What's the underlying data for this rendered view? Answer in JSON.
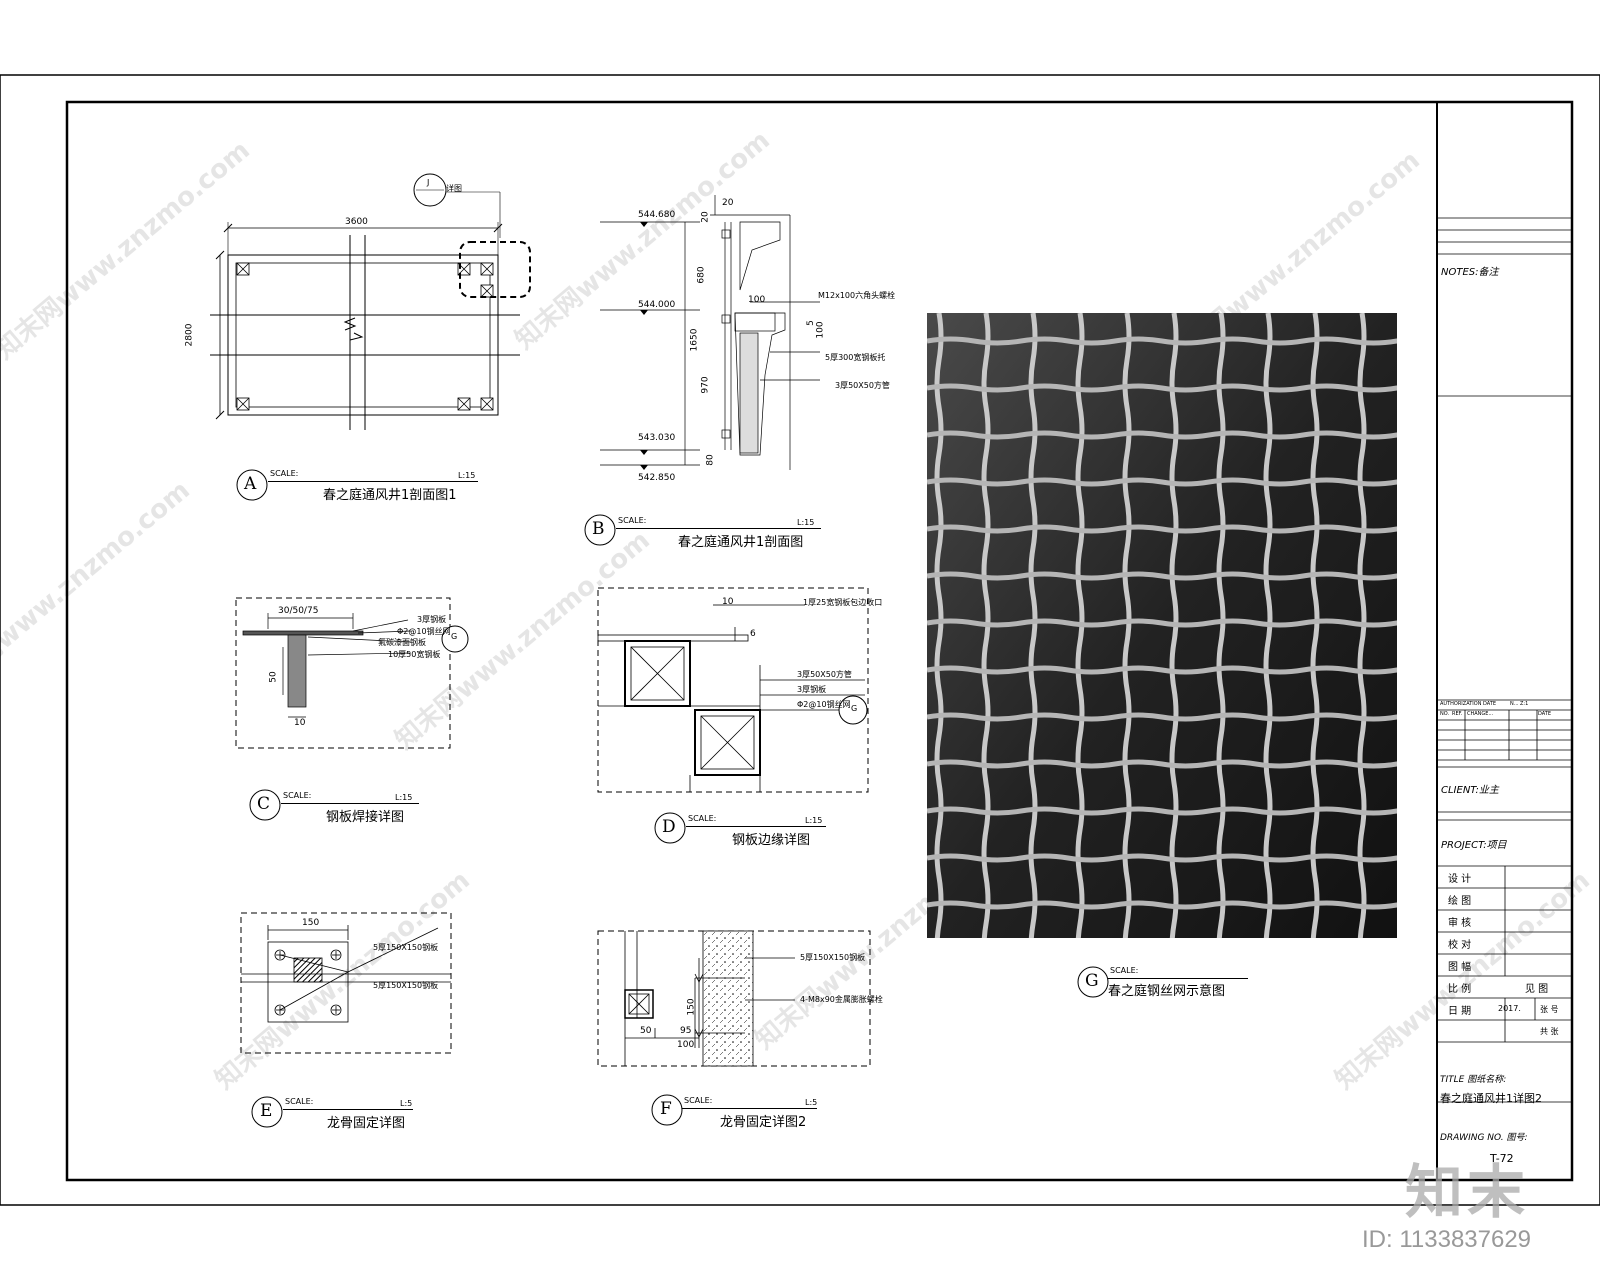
{
  "drawing": {
    "views": {
      "A": {
        "letter": "A",
        "scale_label": "SCALE:",
        "scale": "L:15",
        "title": "春之庭通风井1剖面图1",
        "dim_w": "3600",
        "dim_h": "2800",
        "callout_ref": "J",
        "callout_text": "详图"
      },
      "B": {
        "letter": "B",
        "scale_label": "SCALE:",
        "scale": "L:15",
        "title": "春之庭通风井1剖面图",
        "levels": [
          "544.680",
          "544.000",
          "543.030",
          "542.850"
        ],
        "dims": [
          "20",
          "20",
          "680",
          "1650",
          "970",
          "80",
          "100",
          "5",
          "100"
        ],
        "notes": [
          "M12x100六角头螺栓",
          "5厚300宽钢板托",
          "3厚50X50方管"
        ]
      },
      "C": {
        "letter": "C",
        "scale_label": "SCALE:",
        "scale": "L:15",
        "title": "钢板焊接详图",
        "dims": [
          "30/50/75",
          "50",
          "10"
        ],
        "notes": [
          "3厚钢板",
          "Φ2@10钢丝网",
          "氟碳漆面钢板",
          "10厚50宽钢板"
        ],
        "callout": "G"
      },
      "D": {
        "letter": "D",
        "scale_label": "SCALE:",
        "scale": "L:15",
        "title": "钢板边缘详图",
        "dims": [
          "10",
          "6"
        ],
        "notes": [
          "1厚25宽钢板包边收口",
          "3厚50X50方管",
          "3厚钢板",
          "Φ2@10钢丝网"
        ],
        "callout": "G"
      },
      "E": {
        "letter": "E",
        "scale_label": "SCALE:",
        "scale": "L:5",
        "title": "龙骨固定详图",
        "dims": [
          "150"
        ],
        "notes": [
          "5厚150X150钢板",
          "5厚150X150钢板"
        ]
      },
      "F": {
        "letter": "F",
        "scale_label": "SCALE:",
        "scale": "L:5",
        "title": "龙骨固定详图2",
        "dims": [
          "150",
          "50",
          "95",
          "100"
        ],
        "notes": [
          "5厚150X150钢板",
          "4-M8x90金属膨胀螺栓"
        ]
      },
      "G": {
        "letter": "G",
        "scale_label": "SCALE:",
        "title": "春之庭钢丝网示意图"
      }
    }
  },
  "title_block": {
    "notes_label": "NOTES:备注",
    "rev_header": [
      "AUTHORIZATION  DATE",
      "N...",
      "Z:1"
    ],
    "rev_sub": [
      "NO.",
      "REF.",
      "CHANGE...",
      "DATE"
    ],
    "client_label": "CLIENT:业主",
    "project_label": "PROJECT:项目",
    "roles": [
      {
        "label": "设 计",
        "value": ""
      },
      {
        "label": "绘 图",
        "value": ""
      },
      {
        "label": "审 核",
        "value": ""
      },
      {
        "label": "校 对",
        "value": ""
      },
      {
        "label": "图 幅",
        "value": ""
      }
    ],
    "scale_row": {
      "label": "比 例",
      "value": "见 图"
    },
    "date_row": {
      "label": "日 期",
      "value": "2017.",
      "sheet_label": "张 号"
    },
    "sheet_total": "共 张",
    "title_label": "TITLE 图纸名称:",
    "title_value": "春之庭通风井1详图2",
    "drawing_no_label": "DRAWING NO. 图号:",
    "drawing_no_value": "T-72"
  },
  "overlay": {
    "brand": "知末",
    "id_text": "ID: 1133837629",
    "watermark": "知末网www.znzmo.com"
  }
}
